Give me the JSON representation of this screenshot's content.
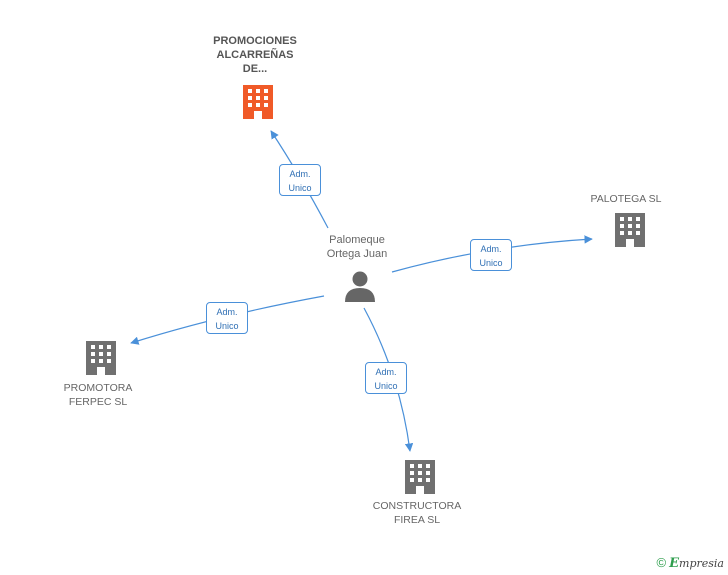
{
  "center": {
    "label_line1": "Palomeque",
    "label_line2": "Ortega Juan",
    "icon": "person-icon"
  },
  "companies": [
    {
      "key": "promociones",
      "lines": [
        "PROMOCIONES",
        "ALCARREÑAS",
        "DE..."
      ],
      "highlight": true,
      "color": "#f05a28",
      "icon": "building-icon"
    },
    {
      "key": "palotega",
      "lines": [
        "PALOTEGA SL"
      ],
      "highlight": false,
      "color": "#707070",
      "icon": "building-icon"
    },
    {
      "key": "promotora",
      "lines": [
        "PROMOTORA",
        "FERPEC SL"
      ],
      "highlight": false,
      "color": "#707070",
      "icon": "building-icon"
    },
    {
      "key": "constructora",
      "lines": [
        "CONSTRUCTORA",
        "FIREA SL"
      ],
      "highlight": false,
      "color": "#707070",
      "icon": "building-icon"
    }
  ],
  "edges": [
    {
      "to": "promociones",
      "role_line1": "Adm.",
      "role_line2": "Unico"
    },
    {
      "to": "palotega",
      "role_line1": "Adm.",
      "role_line2": "Unico"
    },
    {
      "to": "promotora",
      "role_line1": "Adm.",
      "role_line2": "Unico"
    },
    {
      "to": "constructora",
      "role_line1": "Adm.",
      "role_line2": "Unico"
    }
  ],
  "colors": {
    "edge": "#4a90d9",
    "accent": "#f05a28",
    "building": "#707070",
    "person": "#666666"
  },
  "footer": {
    "copyright": "©",
    "brand_initial": "E",
    "brand_rest": "mpresia"
  }
}
